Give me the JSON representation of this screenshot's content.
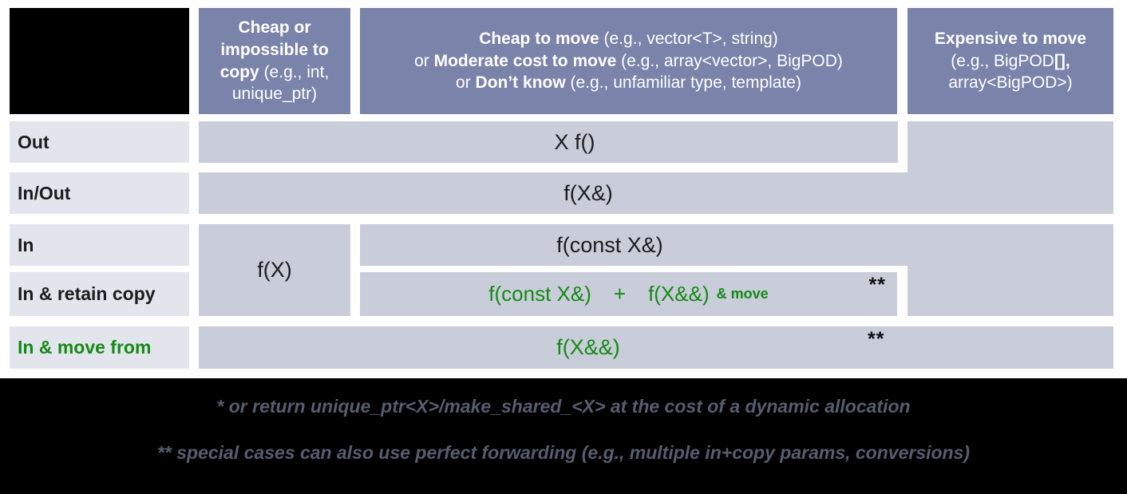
{
  "colors": {
    "header_bg": "#7a83a9",
    "label_bg": "#e3e5ed",
    "cell_bg": "#c9cdd9",
    "green": "#148a14",
    "footnote_text": "#565d70",
    "corner_bg": "#000000"
  },
  "header": {
    "col1": {
      "lines": [
        [
          {
            "t": "Cheap or impossible to copy",
            "b": true
          },
          {
            "t": " (e.g., int, unique_ptr)",
            "b": false
          }
        ]
      ]
    },
    "col2": {
      "lines": [
        [
          {
            "t": "Cheap to move",
            "b": true
          },
          {
            "t": " (e.g., vector<T>, string)",
            "b": false
          }
        ],
        [
          {
            "t": "or ",
            "b": false
          },
          {
            "t": "Moderate cost to move",
            "b": true
          },
          {
            "t": " (e.g., array<vector>, BigPOD)",
            "b": false
          }
        ],
        [
          {
            "t": "or ",
            "b": false
          },
          {
            "t": "Don’t know",
            "b": true
          },
          {
            "t": " (e.g., unfamiliar type, template)",
            "b": false
          }
        ]
      ]
    },
    "col3": {
      "lines": [
        [
          {
            "t": "Expensive to move",
            "b": true
          }
        ],
        [
          {
            "t": "(e.g., BigPOD",
            "b": false
          },
          {
            "t": "[],",
            "b": true
          }
        ],
        [
          {
            "t": "array<BigPOD>)",
            "b": false
          }
        ]
      ]
    }
  },
  "rows": {
    "out": {
      "label": "Out",
      "cell": "X f()"
    },
    "inout": {
      "label": "In/Out",
      "cell": "f(X&)"
    },
    "in": {
      "label": "In",
      "col1_cell": "f(X)",
      "cell": "f(const X&)"
    },
    "retain": {
      "label": "In & retain copy",
      "parts": [
        "f(const X&)",
        "+",
        "f(X&&)",
        "& move"
      ],
      "marker": "**"
    },
    "movefrom": {
      "label": "In & move from",
      "cell": "f(X&&)",
      "marker": "**"
    }
  },
  "footnotes": [
    "* or return unique_ptr<X>/make_shared_<X> at the cost of a dynamic allocation",
    "** special cases can also use perfect forwarding (e.g., multiple in+copy params, conversions)"
  ]
}
